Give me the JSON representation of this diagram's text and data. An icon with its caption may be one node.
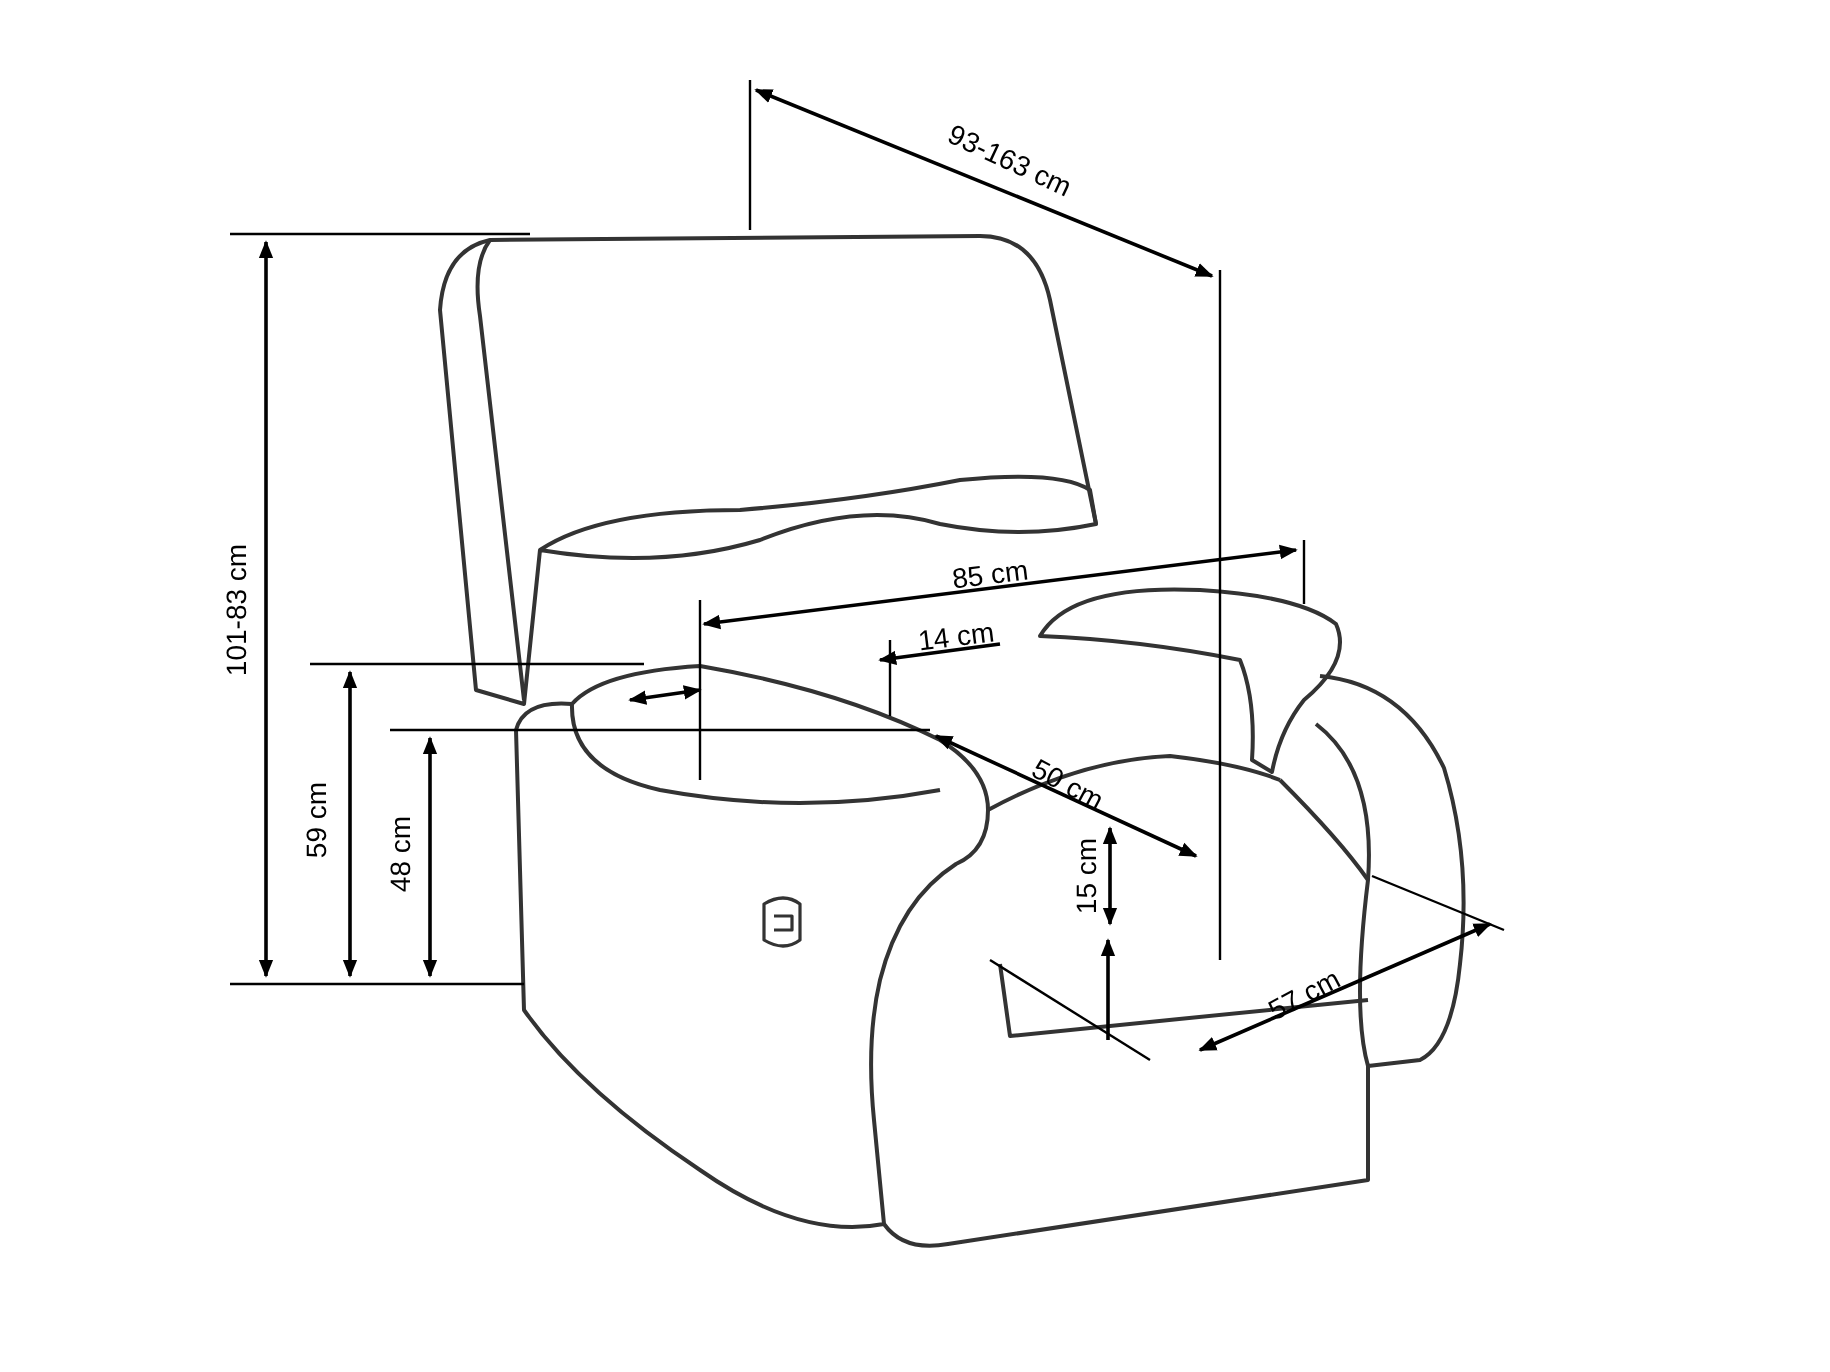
{
  "diagram": {
    "labels": [
      "93-163 cm",
      "101-83 cm",
      "85 cm",
      "14 cm",
      "59 cm",
      "48 cm",
      "50 cm",
      "15 cm",
      "57 cm"
    ]
  }
}
